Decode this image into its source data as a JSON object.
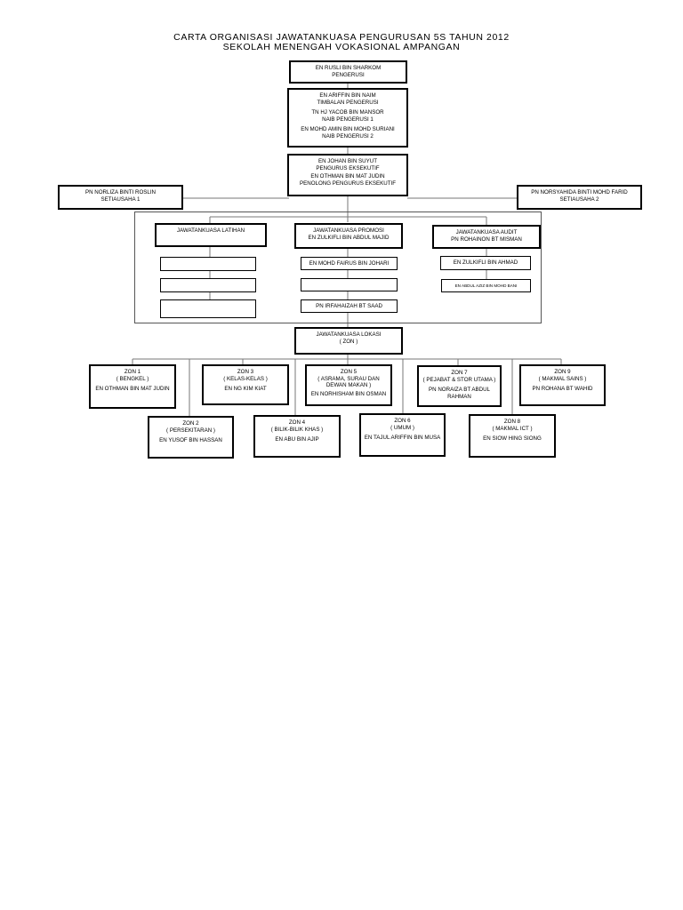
{
  "title": {
    "line1": "CARTA ORGANISASI JAWATANKUASA PENGURUSAN 5S TAHUN 2012",
    "line2": "SEKOLAH MENENGAH VOKASIONAL AMPANGAN"
  },
  "chairman": {
    "name": "EN RUSLI BIN SHARKOM",
    "role": "PENGERUSI"
  },
  "deputies": {
    "deputy_name": "EN ARIFFIN BIN NAIM",
    "deputy_role": "TIMBALAN PENGERUSI",
    "vice1_name": "TN HJ YACOB BIN MANSOR",
    "vice1_role": "NAIB PENGERUSI 1",
    "vice2_name": "EN MOHD AMIN BIN MOHD SURIANI",
    "vice2_role": "NAIB PENGERUSI 2"
  },
  "executive": {
    "name": "EN JOHAN BIN SUYUT",
    "role": "PENGURUS EKSEKUTIF",
    "assistant_name": "EN OTHMAN BIN MAT JUDIN",
    "assistant_role": "PENOLONG PENGURUS EKSEKUTIF"
  },
  "secretary1": {
    "name": "PN NORLIZA BINTI ROSLIN",
    "role": "SETIAUSAHA 1"
  },
  "secretary2": {
    "name": "PN NORSYAHIDA BINTI MOHD FARID",
    "role": "SETIAUSAHA 2"
  },
  "committees": {
    "latihan": {
      "title": "JAWATANKUASA LATIHAN"
    },
    "promosi": {
      "title": "JAWATANKUASA PROMOSI",
      "head": "EN ZULKIFLI BIN ABDUL MAJID",
      "members": [
        "EN MOHD FAIRUS BIN JOHARI",
        "",
        "PN IRFAHAIZAH BT SAAD"
      ]
    },
    "audit": {
      "title": "JAWATANKUASA AUDIT",
      "head": "PN ROHAINON BT MISMAN",
      "members": [
        "EN ZULKIFLI BIN AHMAD",
        "EN ABDUL AZIZ BIN MOHD BANI"
      ]
    }
  },
  "location_committee": {
    "title": "JAWATANKUASA LOKASI",
    "subtitle": "( ZON )"
  },
  "zones": [
    {
      "zone": "ZON 1",
      "area": "( BENGKEL )",
      "person": "EN OTHMAN BIN MAT JUDIN"
    },
    {
      "zone": "ZON 2",
      "area": "( PERSEKITARAN )",
      "person": "EN YUSOF BIN HASSAN"
    },
    {
      "zone": "ZON 3",
      "area": "( KELAS-KELAS )",
      "person": "EN NG KIM KIAT"
    },
    {
      "zone": "ZON 4",
      "area": "( BILIK-BILIK KHAS )",
      "person": "EN ABU BIN AJIP"
    },
    {
      "zone": "ZON 5",
      "area": "( ASRAMA, SURAU DAN",
      "area2": "DEWAN MAKAN )",
      "person": "EN NORHISHAM BIN OSMAN"
    },
    {
      "zone": "ZON 6",
      "area": "( UMUM )",
      "person": "EN TAJUL ARIFFIN BIN MUSA"
    },
    {
      "zone": "ZON 7",
      "area": "( PEJABAT & STOR UTAMA )",
      "person": "PN NORAIZA BT ABDUL",
      "person2": "RAHMAN"
    },
    {
      "zone": "ZON 8",
      "area": "( MAKMAL ICT )",
      "person": "EN SIOW HING SIONG"
    },
    {
      "zone": "ZON 9",
      "area": "( MAKMAL SAINS )",
      "person": "PN ROHANA BT WAHID"
    }
  ]
}
